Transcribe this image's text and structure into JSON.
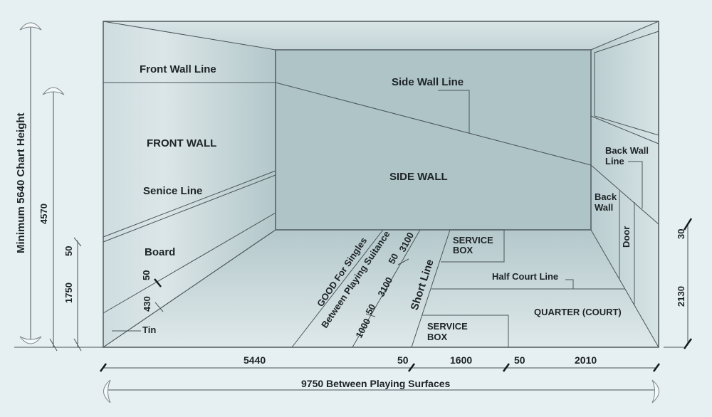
{
  "diagram": {
    "labels": {
      "front_wall_line": "Front Wall Line",
      "front_wall": "FRONT WALL",
      "senice_line": "Senice Line",
      "board": "Board",
      "tin": "Tin",
      "side_wall_line": "Side Wall Line",
      "side_wall": "SIDE WALL",
      "back_wall_line_1": "Back Wall",
      "back_wall_line_2": "Line",
      "back_wall_1": "Back",
      "back_wall_2": "Wall",
      "door": "Door",
      "service_box_top_1": "SERVICE",
      "service_box_top_2": "BOX",
      "service_box_bottom_1": "SERVICE",
      "service_box_bottom_2": "BOX",
      "half_court_line": "Half Court Line",
      "quarter_court": "QUARTER (COURT)",
      "short_line": "Short Line",
      "good_for_singles": "GOOD For Singles",
      "between_playing_suitance": "Between Playing Suitance"
    },
    "dimensions": {
      "min_chart_height": "Minimum 5640 Chart Height",
      "front_wall_height": "4570",
      "service_line_width": "50",
      "service_line_height": "1750",
      "board_width": "50",
      "tin_height": "430",
      "floor_3100_a": "3100",
      "floor_50_a": "50",
      "floor_3100_b": "3100",
      "floor_50_b": "50",
      "floor_1000": "1000",
      "back_wall_width": "30",
      "back_wall_height": "2130",
      "len_front": "5440",
      "len_short_line": "50",
      "len_service_box": "1600",
      "len_half_line": "50",
      "len_back": "2010",
      "total_length": "9750 Between Playing Surfaces"
    },
    "colors": {
      "background": "#e6eff2",
      "side_wall": "#afc4c7",
      "wall_light": "#d6e3e6",
      "line": "#4a5559",
      "text": "#1d2326"
    }
  }
}
